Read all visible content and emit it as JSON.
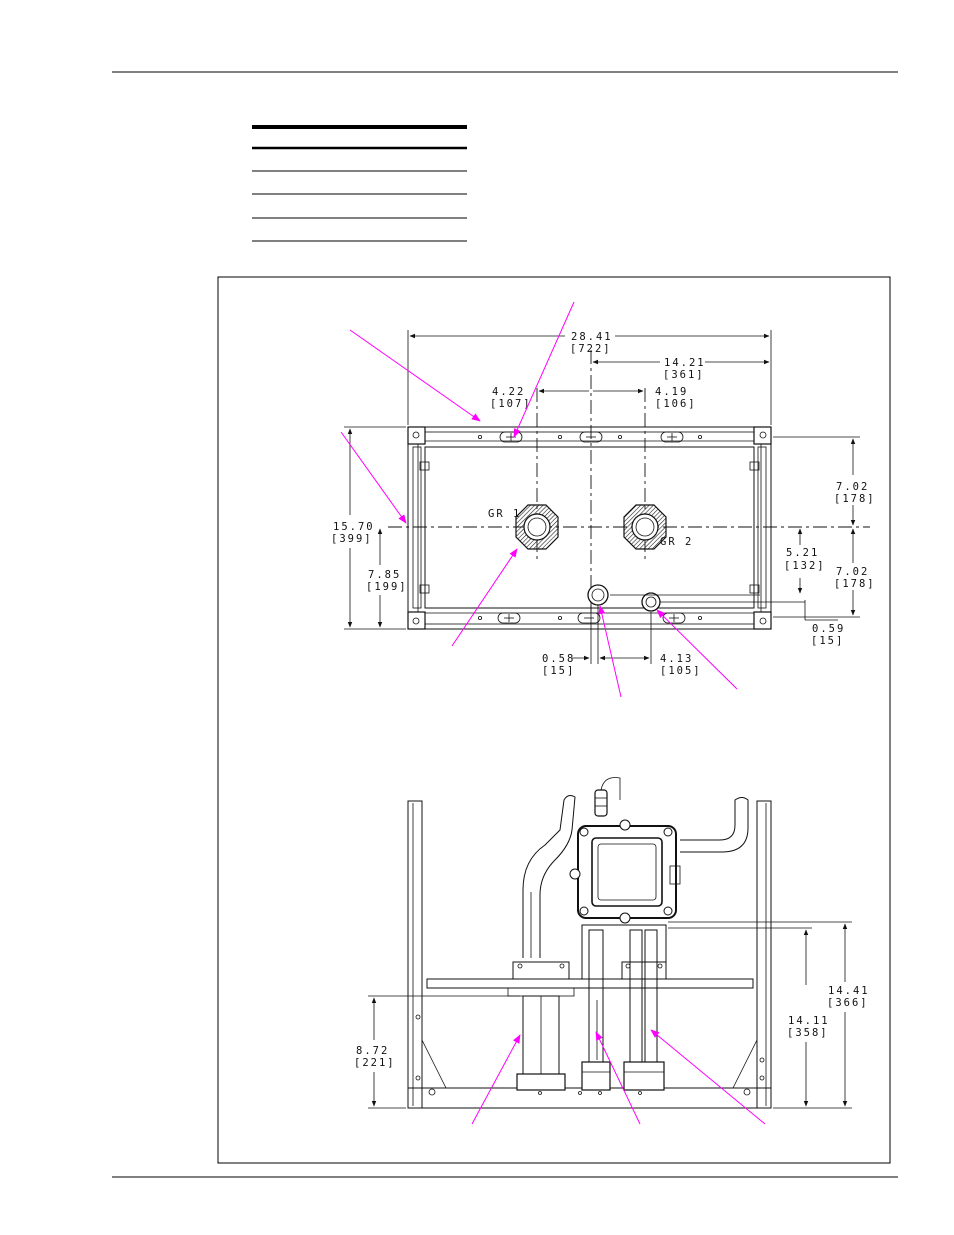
{
  "top_view": {
    "dims": {
      "overall_width": "28.41",
      "overall_width_mm": "[722]",
      "half_width": "14.21",
      "half_width_mm": "[361]",
      "left_offset": "4.22",
      "left_offset_mm": "[107]",
      "right_offset": "4.19",
      "right_offset_mm": "[106]",
      "overall_depth": "15.70",
      "overall_depth_mm": "[399]",
      "half_depth": "7.85",
      "half_depth_mm": "[199]",
      "upper_depth": "7.02",
      "upper_depth_mm": "[178]",
      "lower_depth": "7.02",
      "lower_depth_mm": "[178]",
      "port_height": "5.21",
      "port_height_mm": "[132]",
      "bottom_gap": "0.59",
      "bottom_gap_mm": "[15]",
      "port_left": "0.58",
      "port_left_mm": "[15]",
      "port_spacing": "4.13",
      "port_spacing_mm": "[105]"
    },
    "labels": {
      "gr1": "GR 1",
      "gr2": "GR 2"
    }
  },
  "front_view": {
    "dims": {
      "base_height": "8.72",
      "base_height_mm": "[221]",
      "mid_height": "14.11",
      "mid_height_mm": "[358]",
      "top_height": "14.41",
      "top_height_mm": "[366]"
    }
  }
}
